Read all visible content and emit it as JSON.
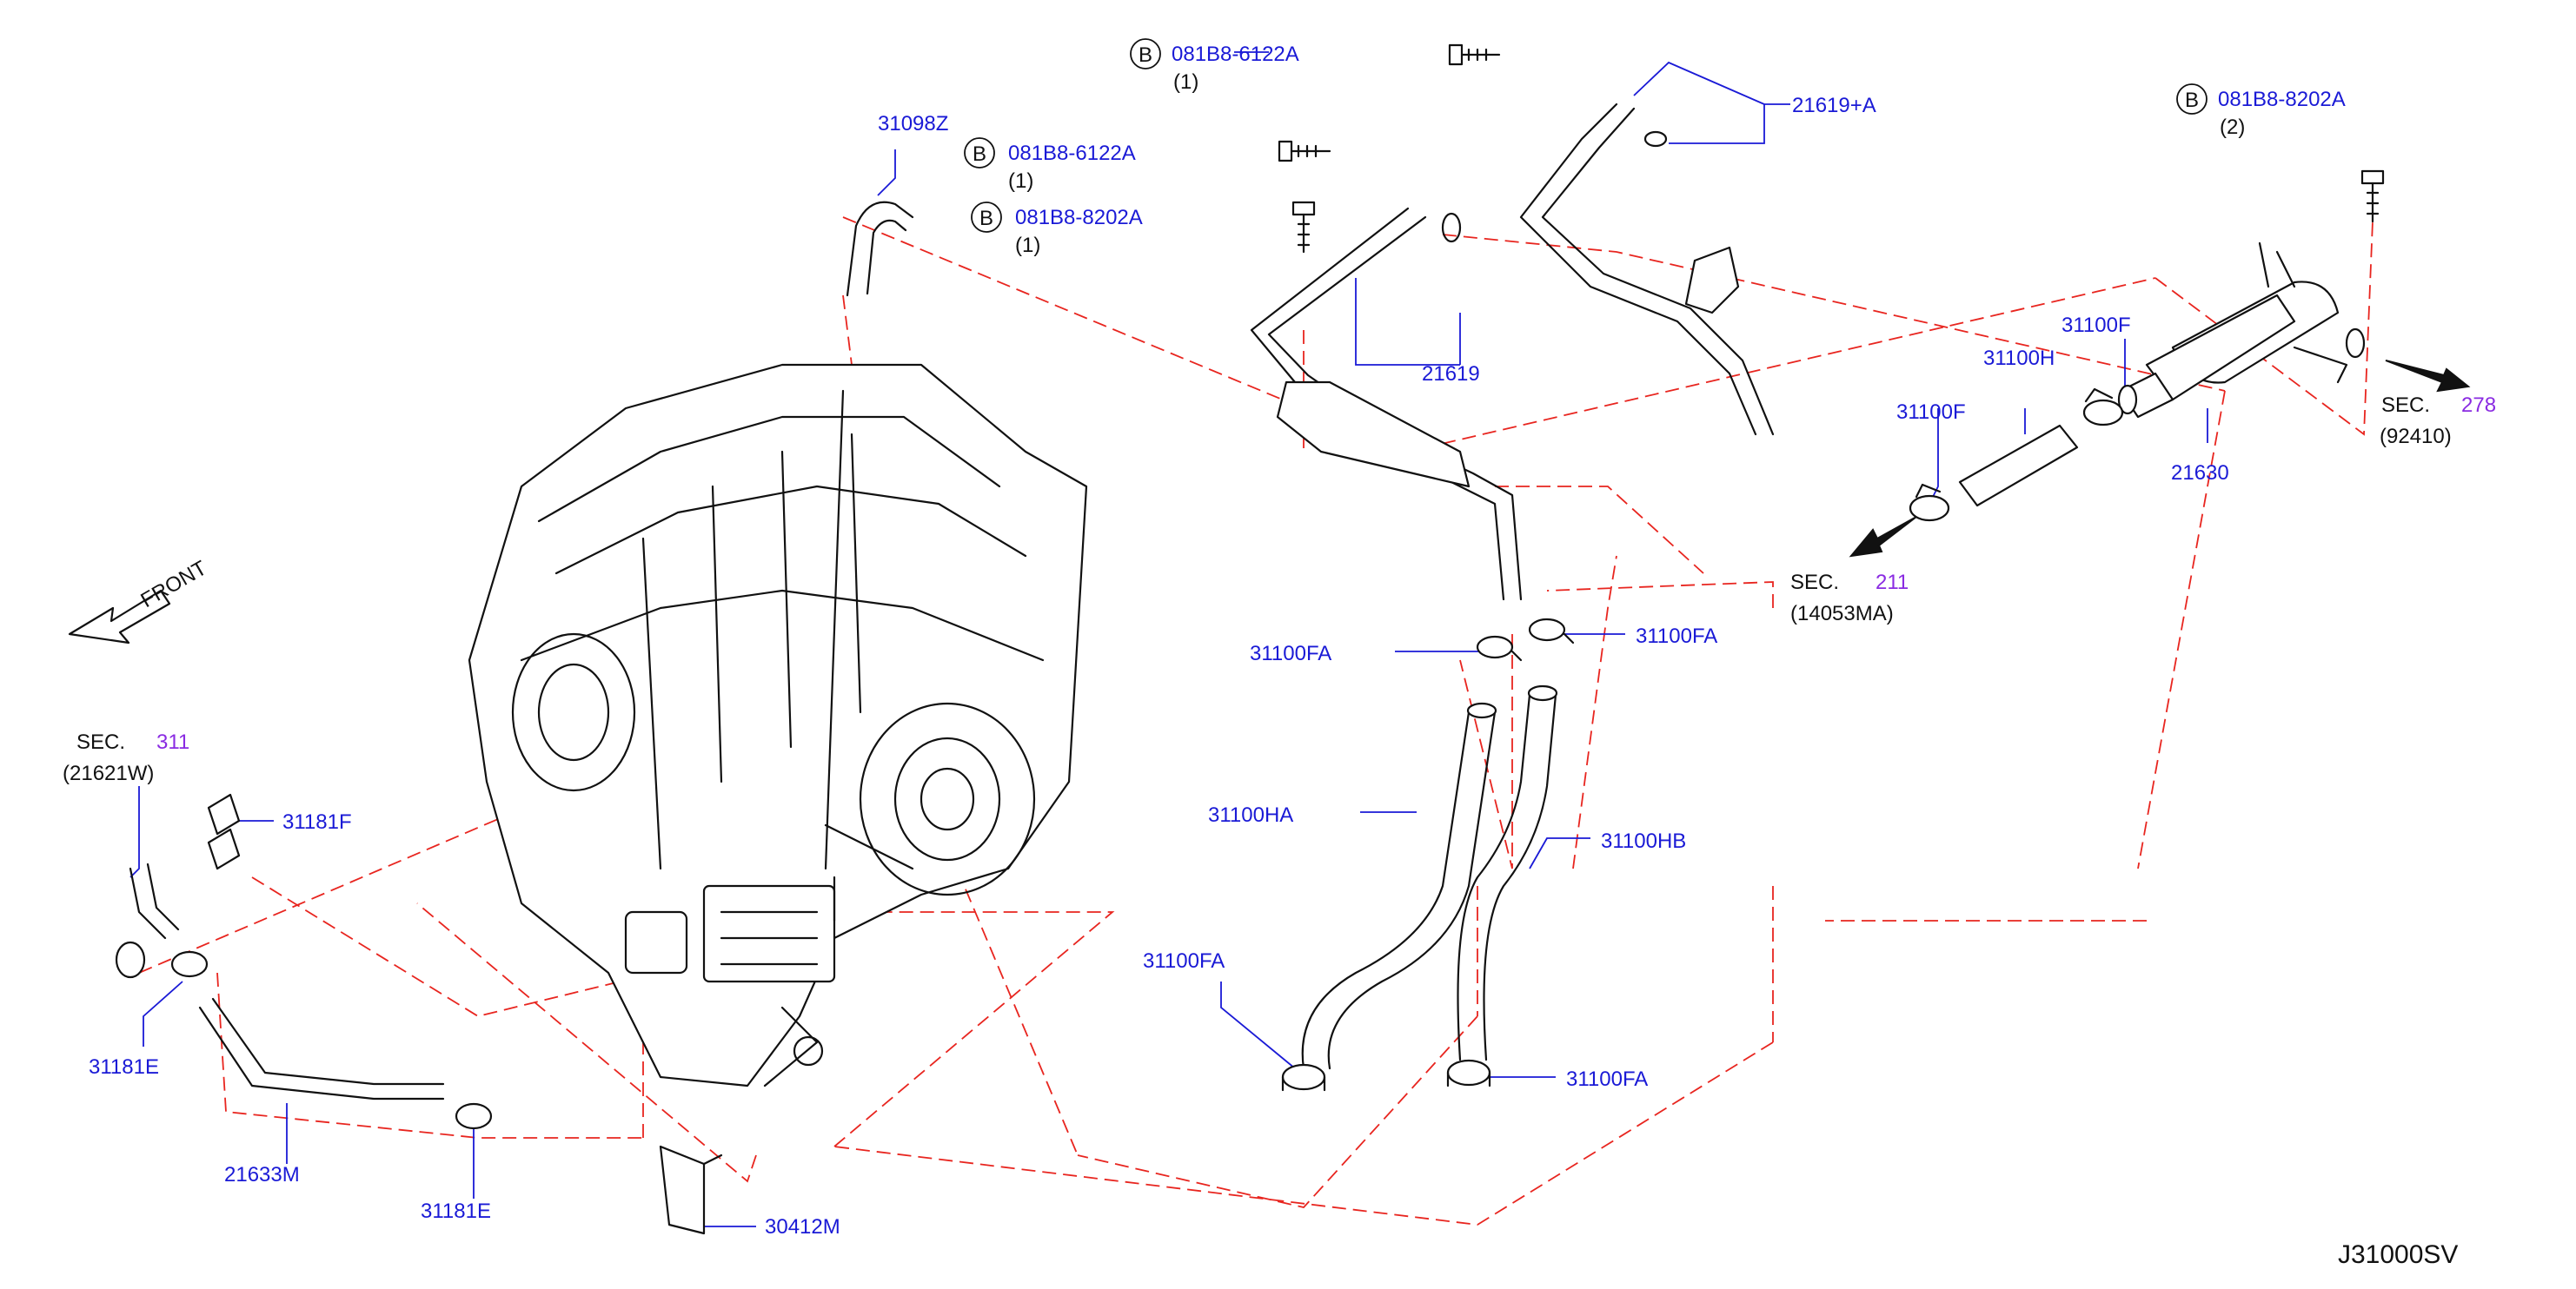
{
  "diagram": {
    "code": "J31000SV",
    "front_label": "FRONT",
    "bolt_marker": "B",
    "parts": {
      "p31098Z": "31098Z",
      "bolt1": {
        "pn": "081B8-6122A",
        "qty": "(1)"
      },
      "bolt2": {
        "pn": "081B8-6122A",
        "qty": "(1)"
      },
      "bolt3": {
        "pn": "081B8-8202A",
        "qty": "(1)"
      },
      "bolt4": {
        "pn": "081B8-8202A",
        "qty": "(2)"
      },
      "p21619A": "21619+A",
      "p21619": "21619",
      "p31100F_top": "31100F",
      "p31100H": "31100H",
      "p31100F_left": "31100F",
      "p21630": "21630",
      "p31100FA_l": "31100FA",
      "p31100FA_r": "31100FA",
      "p31100HA": "31100HA",
      "p31100HB": "31100HB",
      "p31100FA_bl": "31100FA",
      "p31100FA_br": "31100FA",
      "p31181F": "31181F",
      "p31181E_top": "31181E",
      "p21633M": "21633M",
      "p31181E_bot": "31181E",
      "p30412M": "30412M"
    },
    "refs": {
      "sec311": {
        "sec": "SEC.",
        "num": "311",
        "code": "(21621W)"
      },
      "sec278": {
        "sec": "SEC.",
        "num": "278",
        "code": "(92410)"
      },
      "sec211": {
        "sec": "SEC.",
        "num": "211",
        "code": "(14053MA)"
      }
    }
  }
}
